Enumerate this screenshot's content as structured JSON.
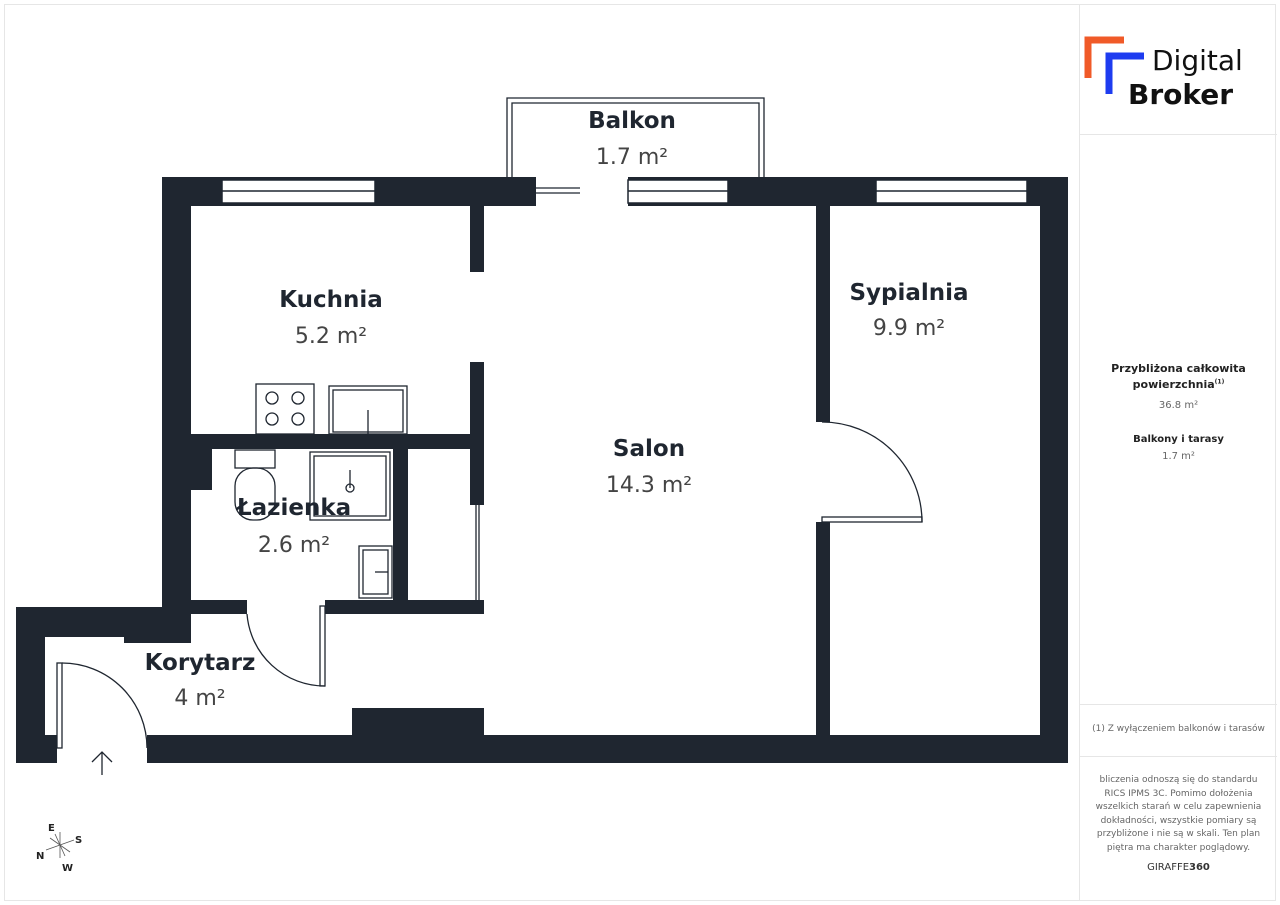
{
  "brand": {
    "line1": "Digital",
    "line2": "Broker",
    "accent_orange": "#f05a28",
    "accent_blue": "#1e3cf0"
  },
  "rooms": [
    {
      "name": "Balkon",
      "area": "1.7 m²"
    },
    {
      "name": "Kuchnia",
      "area": "5.2 m²"
    },
    {
      "name": "Sypialnia",
      "area": "9.9 m²"
    },
    {
      "name": "Salon",
      "area": "14.3 m²"
    },
    {
      "name": "Łazienka",
      "area": "2.6 m²"
    },
    {
      "name": "Korytarz",
      "area": "4 m²"
    }
  ],
  "compass": {
    "n": "N",
    "e": "E",
    "s": "S",
    "w": "W"
  },
  "summary": {
    "total_label_1": "Przybliżona całkowita",
    "total_label_2": "powierzchnia",
    "total_sup": "(1)",
    "total_value": "36.8 m²",
    "balcony_label": "Balkony i tarasy",
    "balcony_value": "1.7 m²"
  },
  "footnote": "(1) Z wyłączeniem balkonów i tarasów",
  "disclaimer": [
    "bliczenia odnoszą się do standardu",
    "RICS IPMS 3C. Pomimo dołożenia",
    "wszelkich starań w celu zapewnienia",
    "dokładności, wszystkie pomiary są",
    "przybliżone i nie są w skali. Ten plan",
    "piętra ma charakter poglądowy."
  ],
  "credit": {
    "a": "GIRAFFE",
    "b": "360"
  },
  "colors": {
    "wall": "#1f2630"
  }
}
